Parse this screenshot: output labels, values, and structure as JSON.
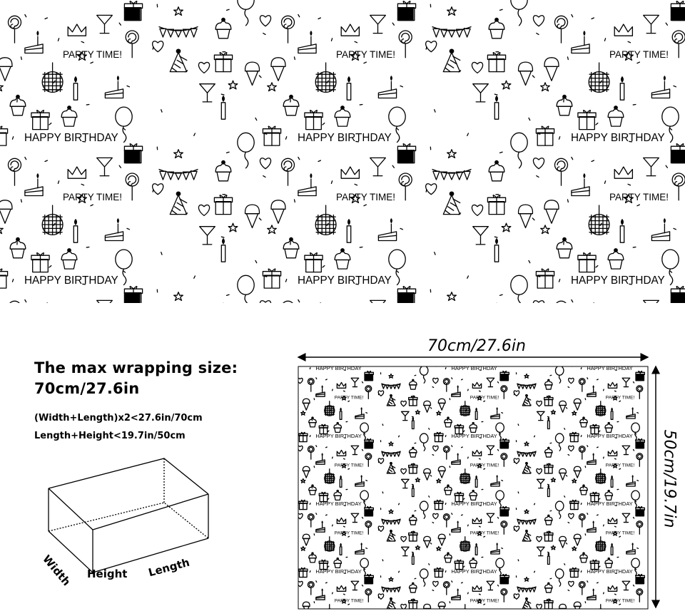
{
  "banner": {
    "phrases": [
      "HAPPY BIRTHDAY",
      "PARTY TIME!"
    ],
    "motifs": [
      "cupcake-icon",
      "gift-box-icon",
      "balloon-icon",
      "disco-ball-icon",
      "party-hat-icon",
      "cake-slice-icon",
      "lollipop-icon",
      "crown-icon",
      "cocktail-glass-icon",
      "candle-icon",
      "heart-icon",
      "star-icon",
      "ice-cream-icon",
      "bunting-icon"
    ]
  },
  "info": {
    "headline_line1": "The max wrapping size:",
    "headline_line2": "70cm/27.6in",
    "formula_1": "(Width+Length)x2<27.6in/70cm",
    "formula_2": "Length+Height<19.7in/50cm",
    "box_labels": {
      "width": "Width",
      "height": "Height",
      "length": "Length"
    }
  },
  "dimensions": {
    "width_label": "70cm/27.6in",
    "height_label": "50cm/19.7in"
  }
}
